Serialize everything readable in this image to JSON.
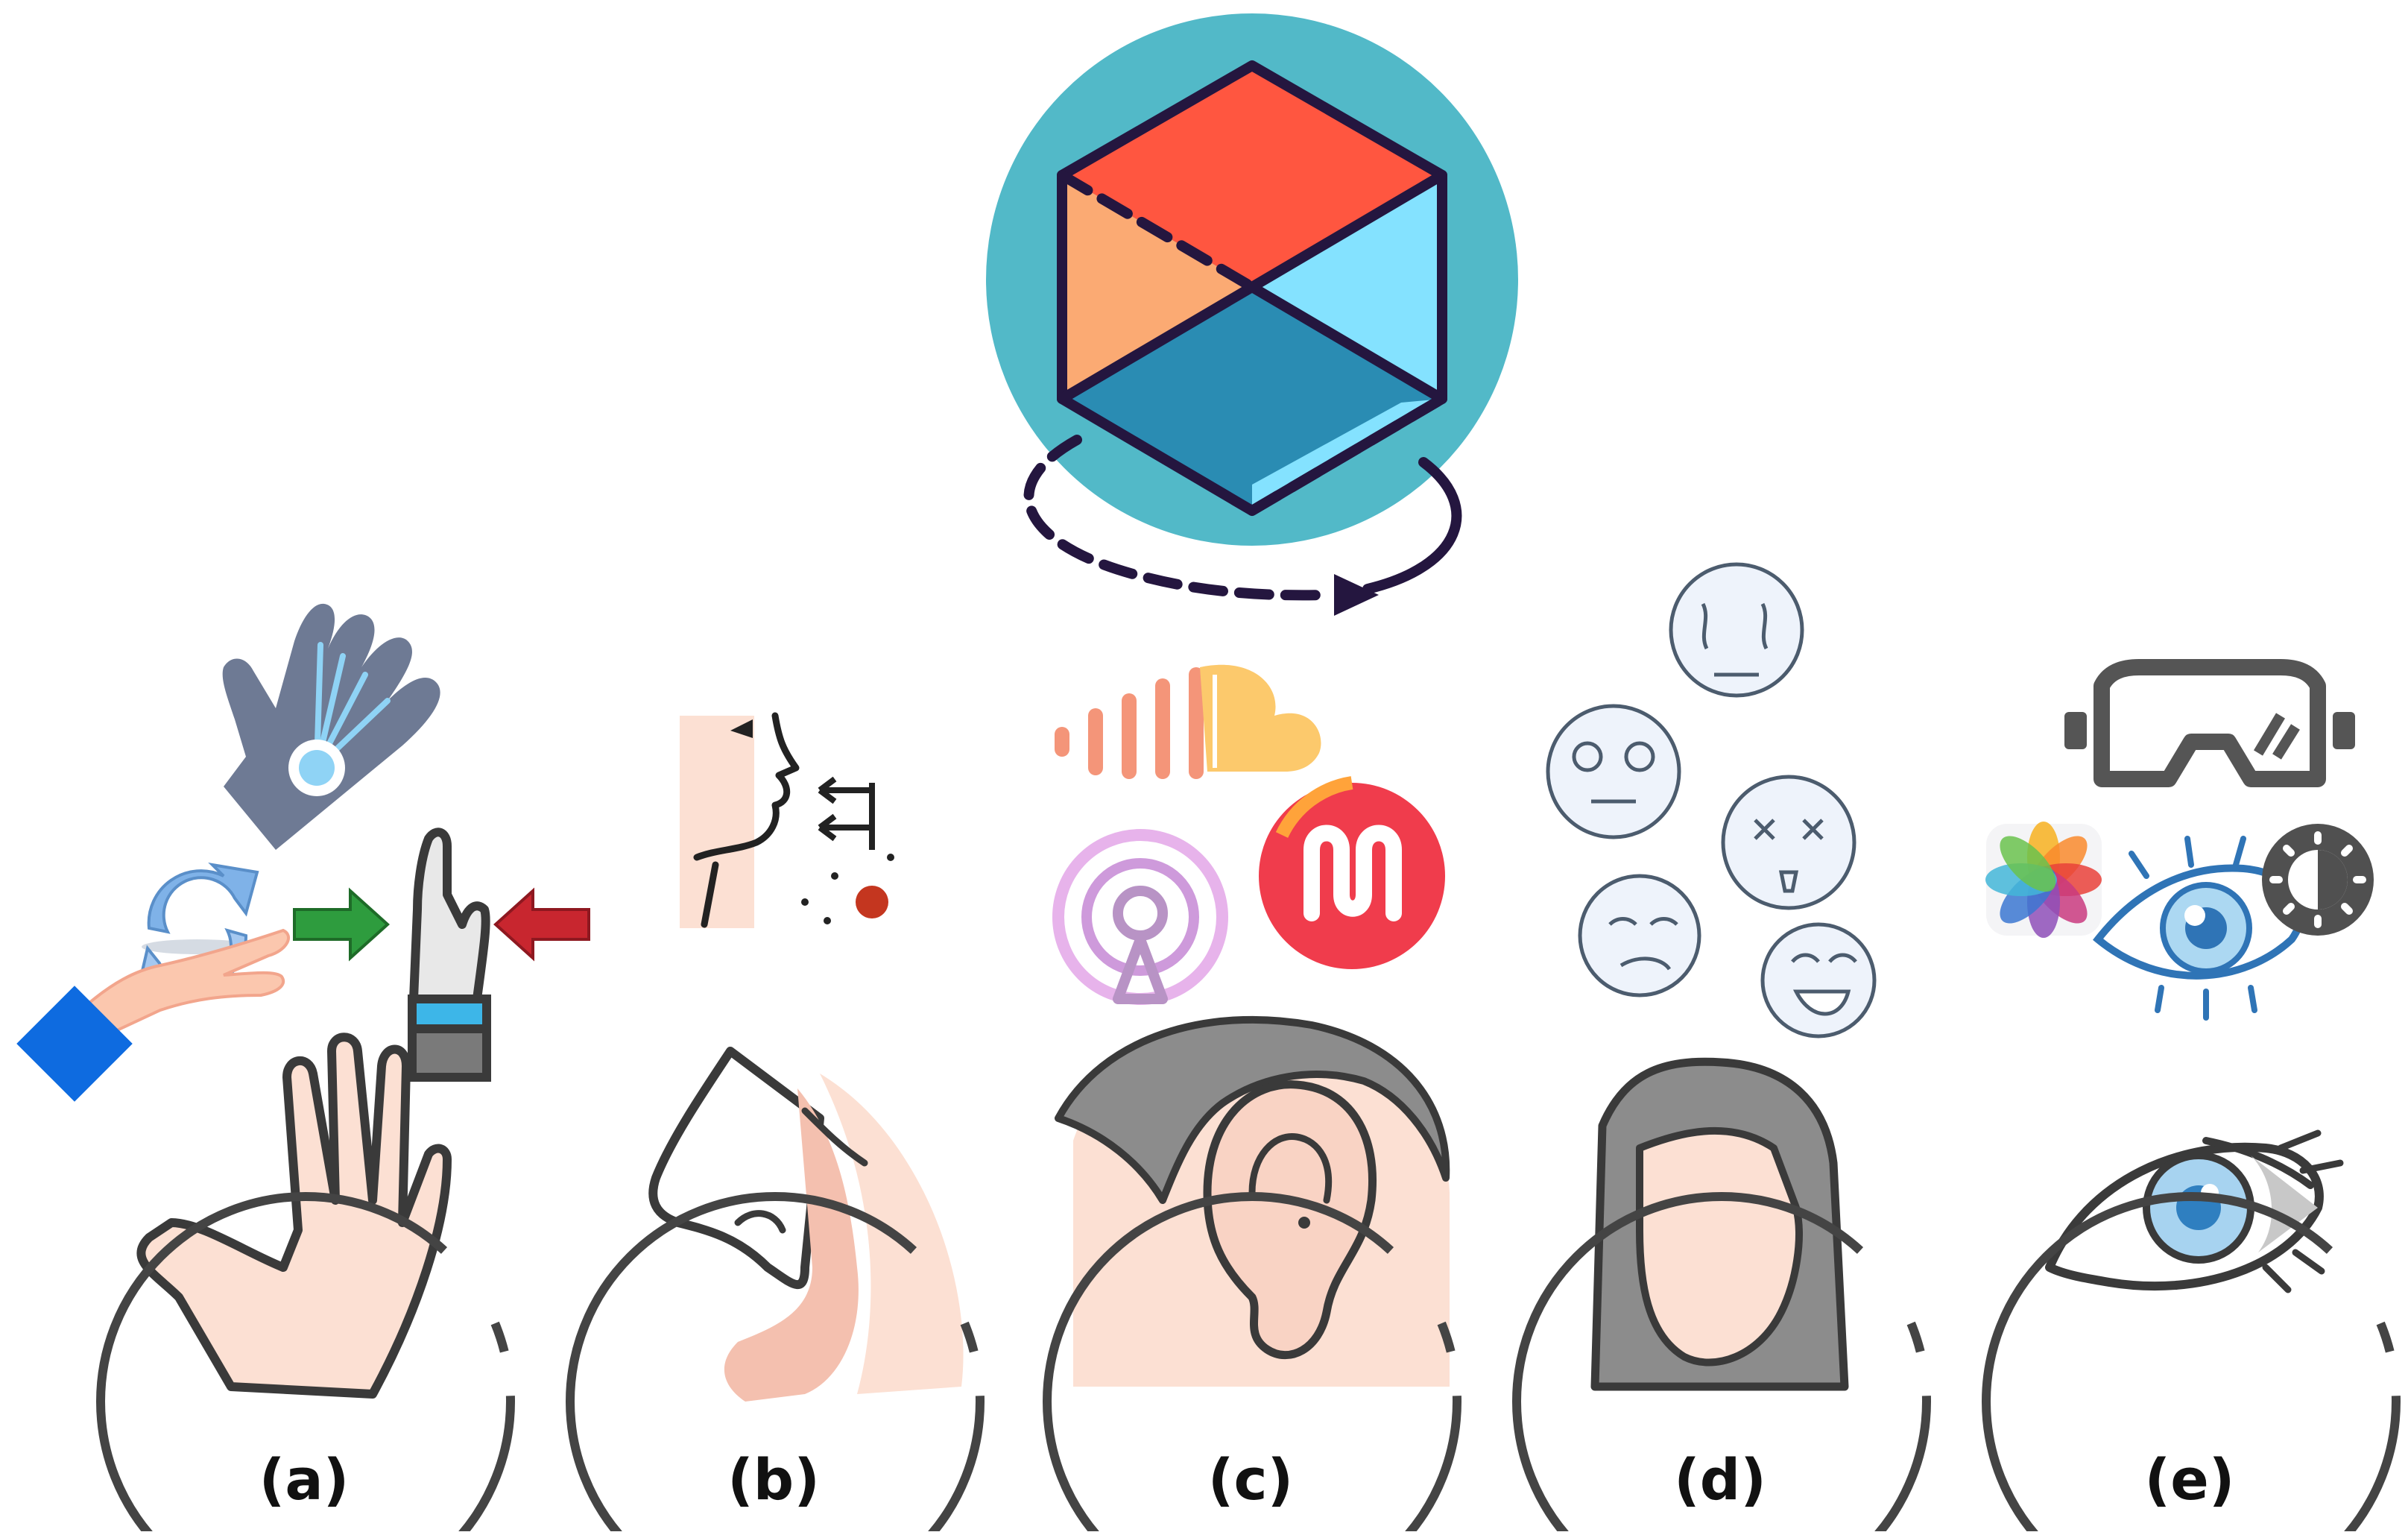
{
  "labels": {
    "a": "(a)",
    "b": "(b)",
    "c": "(c)",
    "d": "(d)",
    "e": "(e)"
  },
  "icons": {
    "center": "rotating-3d-cube-icon",
    "a": [
      "haptic-glove-icon",
      "sync-arrows-icon",
      "open-hand-icon",
      "squeeze-arrows-icon",
      "wrist-band-icon",
      "palm-hand-icon"
    ],
    "b": [
      "face-profile-smell-icon",
      "nose-icon"
    ],
    "c": [
      "soundcloud-icon",
      "musically-icon",
      "podcast-icon",
      "ear-icon"
    ],
    "d": [
      "crying-face-icon",
      "neutral-face-icon",
      "dizzy-face-icon",
      "sad-face-icon",
      "laughing-face-icon",
      "woman-face-icon"
    ],
    "e": [
      "vr-headset-icon",
      "photos-icon",
      "eye-icon",
      "brightness-icon",
      "eye-closeup-icon"
    ]
  },
  "colors": {
    "teal": "#52B9C8",
    "red": "#FF5640",
    "orange": "#FBAA73",
    "light_blue": "#84E2FF",
    "blue": "#2A8CB3",
    "outline": "#24163F",
    "gray": "#444444",
    "skin": "#FCE0D3",
    "skin_shadow": "#EDB7A6",
    "hair": "#8C8C8C",
    "iris": "#3C8FD0",
    "emoji_fill": "#EEF3FB",
    "emoji_line": "#4C5C6E",
    "musically": "#F03C4C",
    "podcast": "#CE9ADB",
    "soundcloud_bar": "#F49579",
    "soundcloud_cloud": "#FCC96C"
  }
}
